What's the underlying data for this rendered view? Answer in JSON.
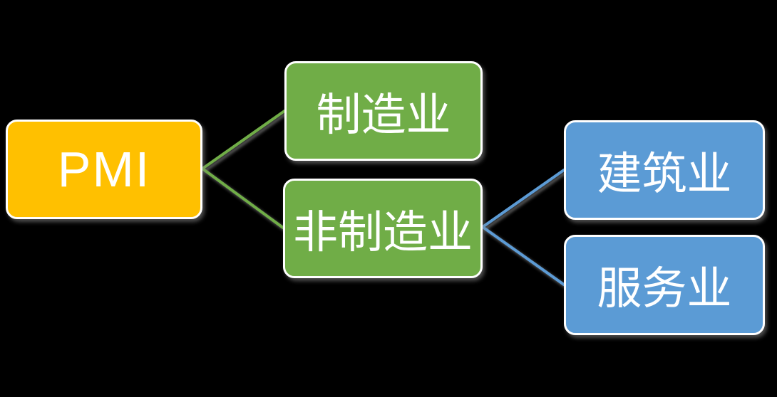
{
  "diagram": {
    "background_color": "#000000",
    "text_color": "#ffffff",
    "nodes": {
      "pmi": {
        "label": "PMI",
        "color": "#FFC000"
      },
      "manufacturing": {
        "label": "制造业",
        "color": "#70AD47"
      },
      "non_manufacturing": {
        "label": "非制造业",
        "color": "#70AD47"
      },
      "construction": {
        "label": "建筑业",
        "color": "#5B9BD5"
      },
      "services": {
        "label": "服务业",
        "color": "#5B9BD5"
      }
    },
    "edges": [
      {
        "from": "pmi",
        "to": "manufacturing",
        "color": "#70AD47"
      },
      {
        "from": "pmi",
        "to": "non_manufacturing",
        "color": "#70AD47"
      },
      {
        "from": "non_manufacturing",
        "to": "construction",
        "color": "#5B9BD5"
      },
      {
        "from": "non_manufacturing",
        "to": "services",
        "color": "#5B9BD5"
      }
    ]
  }
}
